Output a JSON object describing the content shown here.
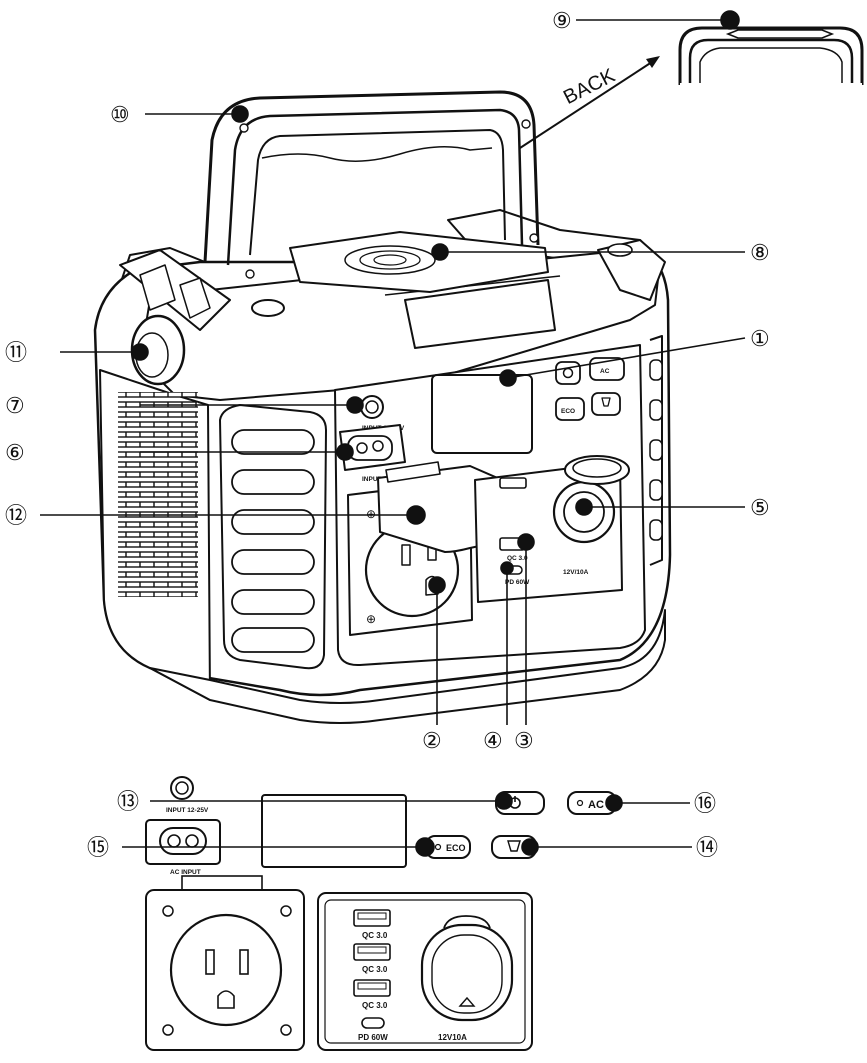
{
  "back_label": "BACK",
  "callouts": {
    "c1": "①",
    "c2": "②",
    "c3": "③",
    "c4": "④",
    "c5": "⑤",
    "c6": "⑥",
    "c7": "⑦",
    "c8": "⑧",
    "c9": "⑨",
    "c10": "⑩",
    "c11": "⑪",
    "c12": "⑫",
    "c13": "⑬",
    "c14": "⑭",
    "c15": "⑮",
    "c16": "⑯"
  },
  "device_labels": {
    "input_dc": "INPUT 12-25V",
    "input_ac": "INPUT AC",
    "qc": "QC 3.0",
    "pd": "PD 60W",
    "car": "12V/10A",
    "btn_ac": "AC",
    "btn_eco": "ECO"
  },
  "panel_labels": {
    "input_dc": "INPUT  12-25V",
    "ac_input": "AC   INPUT",
    "btn_ac": "AC",
    "btn_eco": "ECO",
    "qc1": "QC 3.0",
    "qc2": "QC 3.0",
    "qc3": "QC 3.0",
    "pd": "PD 60W",
    "car": "12V10A"
  }
}
